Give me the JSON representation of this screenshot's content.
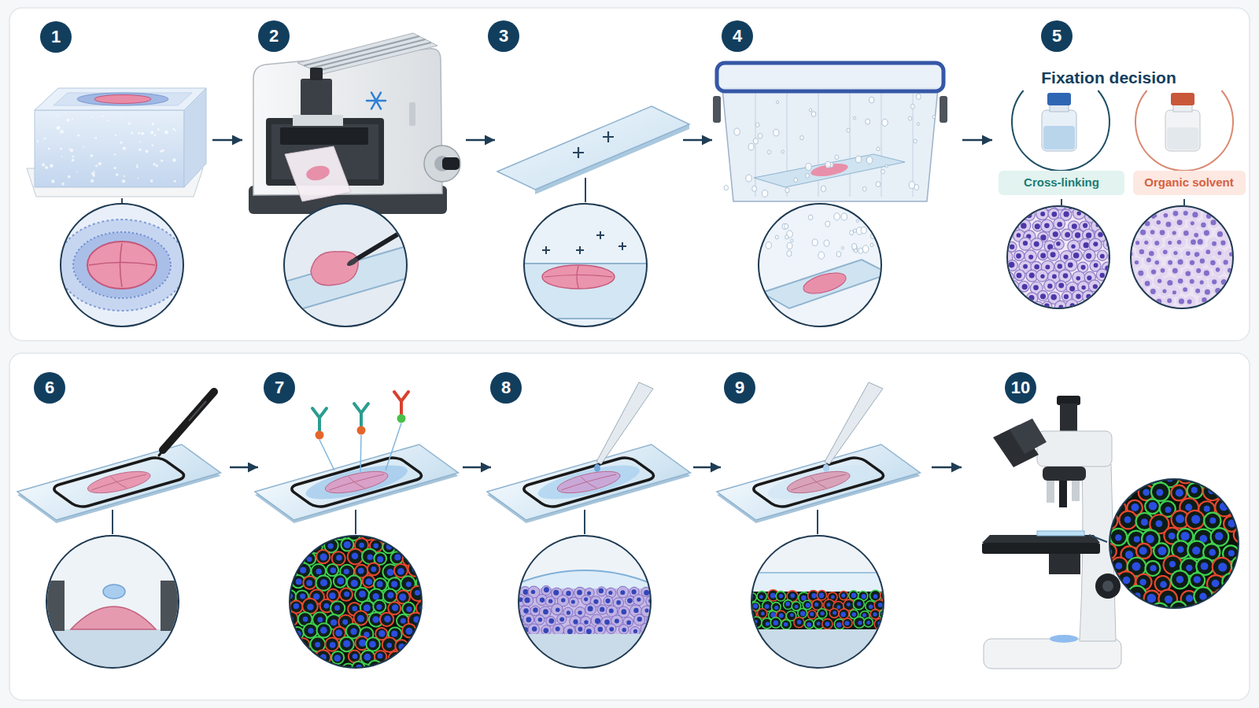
{
  "diagram": {
    "nodes": [
      {
        "text": [
          "1"
        ]
      },
      {
        "text": [
          "2"
        ]
      },
      {
        "text": [
          "3"
        ]
      },
      {
        "text": [
          "4"
        ]
      },
      {
        "text": [
          "5",
          "Fixation decision"
        ]
      },
      {
        "text": [
          "Cross-linking"
        ],
        "in": 4
      },
      {
        "text": [
          "Organic solvent"
        ],
        "in": 4
      },
      {
        "text": [
          "6"
        ]
      },
      {
        "text": [
          "7"
        ]
      },
      {
        "text": [
          "8"
        ]
      },
      {
        "text": [
          "9"
        ]
      },
      {
        "text": [
          "10"
        ]
      }
    ],
    "edges": [
      {
        "from": 0,
        "to": 1,
        "arrow": "to"
      },
      {
        "from": 1,
        "to": 2,
        "arrow": "to"
      },
      {
        "from": 2,
        "to": 3,
        "arrow": "to"
      },
      {
        "from": 3,
        "to": 4,
        "arrow": "to"
      },
      {
        "from": 7,
        "to": 8,
        "arrow": "to"
      },
      {
        "from": 8,
        "to": 9,
        "arrow": "to"
      },
      {
        "from": 9,
        "to": 10,
        "arrow": "to"
      },
      {
        "from": 10,
        "to": 11,
        "arrow": "to"
      }
    ]
  }
}
